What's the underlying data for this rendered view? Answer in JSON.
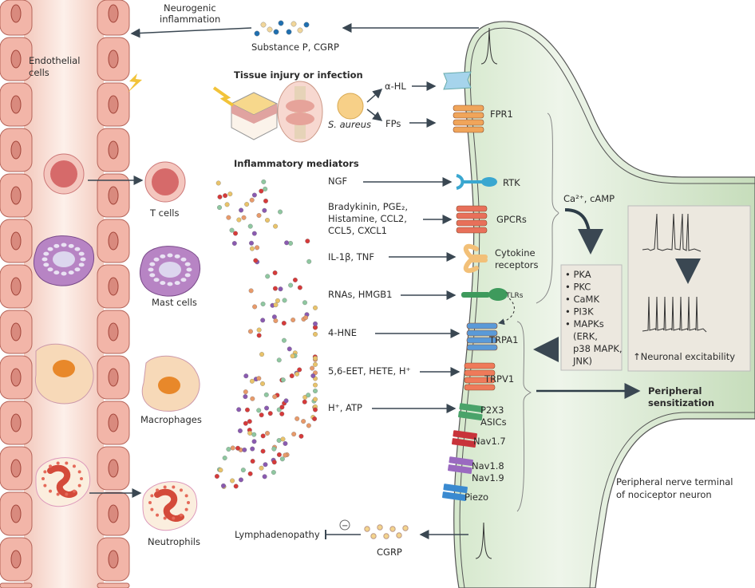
{
  "labels": {
    "neurogenic_1": "Neurogenic",
    "neurogenic_2": "inflammation",
    "substance_p": "Substance P, CGRP",
    "endothelial_1": "Endothelial",
    "endothelial_2": "cells",
    "tissue_injury": "Tissue injury or infection",
    "s_aureus": "S. aureus",
    "alpha_hl": "α-HL",
    "fps": "FPs",
    "fpr1": "FPR1",
    "inflammatory_mediators": "Inflammatory mediators",
    "t_cells": "T cells",
    "mast_cells": "Mast cells",
    "macrophages": "Macrophages",
    "neutrophils": "Neutrophils",
    "ngf": "NGF",
    "rtk": "RTK",
    "bradykinin_1": "Bradykinin, PGE₂,",
    "bradykinin_2": "Histamine, CCL2,",
    "bradykinin_3": "CCL5, CXCL1",
    "gpcrs": "GPCRs",
    "il1b": "IL-1β, TNF",
    "cytokine_1": "Cytokine",
    "cytokine_2": "receptors",
    "rnas": "RNAs, HMGB1",
    "tlrs": "TLRs",
    "hne": "4-HNE",
    "trpa1": "TRPA1",
    "eet": "5,6-EET, HETE, H⁺",
    "trpv1": "TRPV1",
    "h_atp": "H⁺, ATP",
    "p2x3": "P2X3",
    "asics": "ASICs",
    "nav17": "Nav1.7",
    "nav18": "Nav1.8",
    "nav19": "Nav1.9",
    "piezo": "Piezo",
    "ca_camp": "Ca²⁺, cAMP",
    "kinases": [
      "• PKA",
      "• PKC",
      "• CaMK",
      "• PI3K",
      "• MAPKs",
      "(ERK,",
      "p38 MAPK,",
      "JNK)"
    ],
    "excitability": "↑Neuronal excitability",
    "peripheral_1": "Peripheral",
    "peripheral_2": "sensitization",
    "terminal_1": "Peripheral nerve terminal",
    "terminal_2": "of nociceptor neuron",
    "lymph": "Lymphadenopathy",
    "cgrp": "CGRP",
    "minus": "−"
  },
  "colors": {
    "neuron_fill": "#cfe3c6",
    "vessel_fill": "#f9ddd2",
    "endothelial": "#d98a7e",
    "arrow": "#3a4752",
    "fpr1": "#f0a55a",
    "gpcr": "#e8705a",
    "rtk": "#3aa7d0",
    "cytokine": "#f2c078",
    "tlr": "#3e9a5c",
    "trpa1": "#5a9ad8",
    "trpv1": "#ef7a5a",
    "p2x3": "#4aa36a",
    "nav17": "#c8333a",
    "nav18": "#9a6ac0",
    "piezo": "#3a8ad0",
    "mediator_dots": [
      "#e9c36a",
      "#8fc7a0",
      "#8a5ab0",
      "#d63a3a",
      "#e89a6a"
    ]
  }
}
